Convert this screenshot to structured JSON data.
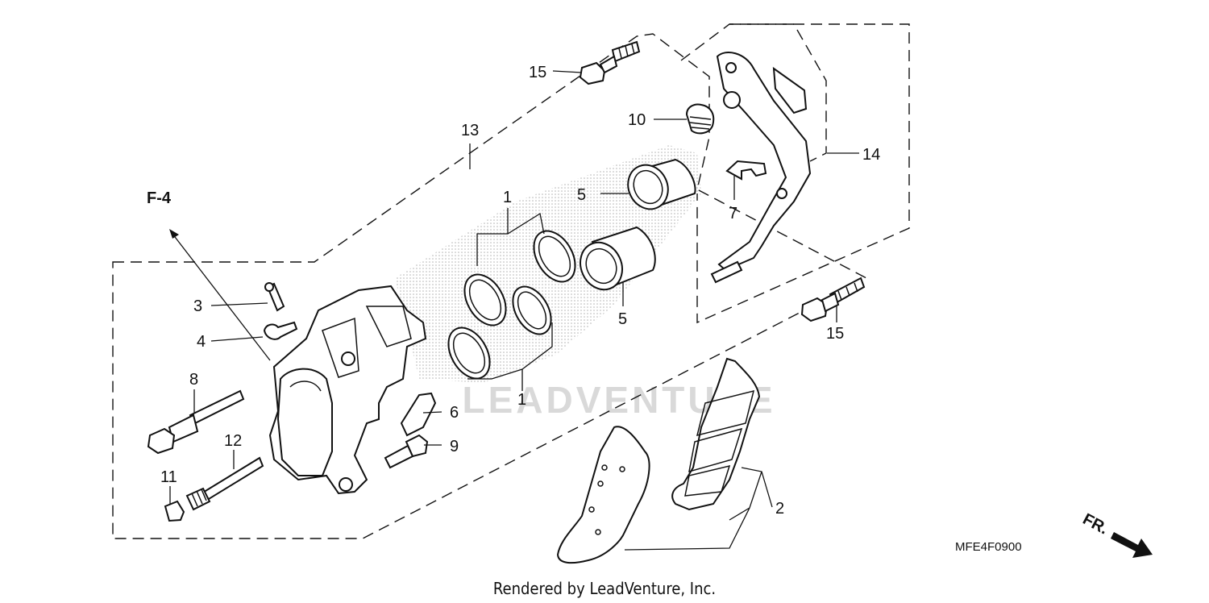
{
  "diagram": {
    "code": "MFE4F0900",
    "footer": "Rendered by LeadVenture, Inc.",
    "ref_label": "F-4",
    "direction_label": "FR.",
    "watermark": "LEADVENTURE",
    "callouts": {
      "c1a": "1",
      "c1b": "1",
      "c2": "2",
      "c3": "3",
      "c4": "4",
      "c5a": "5",
      "c5b": "5",
      "c6": "6",
      "c7": "7",
      "c8": "8",
      "c9": "9",
      "c10": "10",
      "c11": "11",
      "c12": "12",
      "c13": "13",
      "c14": "14",
      "c15a": "15",
      "c15b": "15"
    }
  }
}
